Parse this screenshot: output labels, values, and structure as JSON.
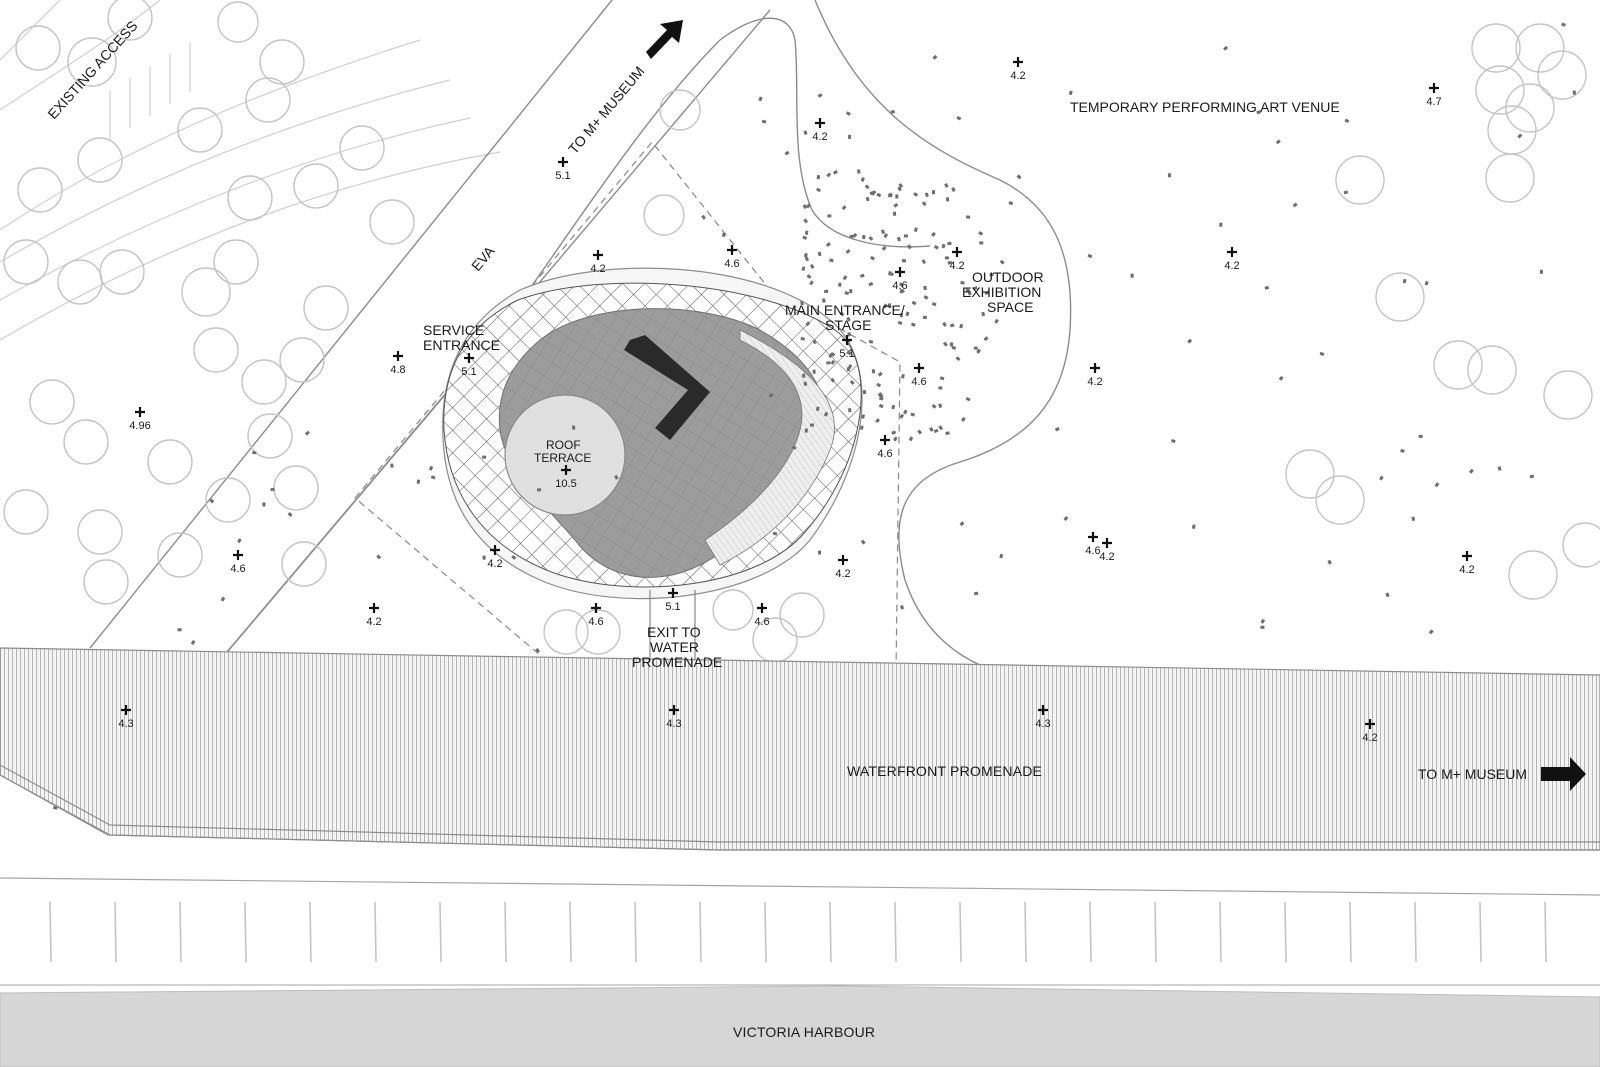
{
  "labels": {
    "existing_access": "EXISTING ACCESS",
    "to_museum_top": "TO M+ MUSEUM",
    "eva": "EVA",
    "temporary_venue": "TEMPORARY PERFORMING ART VENUE",
    "service_entrance": [
      "SERVICE",
      "ENTRANCE"
    ],
    "main_entrance": [
      "MAIN ENTRANCE/",
      "STAGE"
    ],
    "outdoor_exhibition": [
      "OUTDOOR",
      "EXHIBITION",
      "SPACE"
    ],
    "roof_terrace": [
      "ROOF",
      "TERRACE"
    ],
    "exit_promenade": [
      "EXIT TO",
      "WATER",
      "PROMENADE"
    ],
    "waterfront_promenade": "WATERFRONT PROMENADE",
    "to_museum_right": "TO M+ MUSEUM",
    "victoria_harbour": "VICTORIA HARBOUR"
  },
  "spot_levels": [
    {
      "id": "lv-01",
      "value": "4.2"
    },
    {
      "id": "lv-02",
      "value": "4.7"
    },
    {
      "id": "lv-03",
      "value": "4.2"
    },
    {
      "id": "lv-04",
      "value": "5.1"
    },
    {
      "id": "lv-05",
      "value": "4.2"
    },
    {
      "id": "lv-06",
      "value": "4.6"
    },
    {
      "id": "lv-07",
      "value": "4.6"
    },
    {
      "id": "lv-08",
      "value": "4.2"
    },
    {
      "id": "lv-09",
      "value": "4.2"
    },
    {
      "id": "lv-10",
      "value": "5.1"
    },
    {
      "id": "lv-11",
      "value": "4.8"
    },
    {
      "id": "lv-12",
      "value": "5.1"
    },
    {
      "id": "lv-13",
      "value": "4.6"
    },
    {
      "id": "lv-14",
      "value": "4.2"
    },
    {
      "id": "lv-15",
      "value": "4.96"
    },
    {
      "id": "lv-16",
      "value": "4.6"
    },
    {
      "id": "lv-17",
      "value": "10.5"
    },
    {
      "id": "lv-18",
      "value": "4.6"
    },
    {
      "id": "lv-19",
      "value": "4.2"
    },
    {
      "id": "lv-20",
      "value": "4.2"
    },
    {
      "id": "lv-21",
      "value": "4.6"
    },
    {
      "id": "lv-22",
      "value": "4.2"
    },
    {
      "id": "lv-23",
      "value": "4.2"
    },
    {
      "id": "lv-24",
      "value": "4.6"
    },
    {
      "id": "lv-25",
      "value": "5.1"
    },
    {
      "id": "lv-26",
      "value": "4.6"
    },
    {
      "id": "lv-27",
      "value": "4.2"
    },
    {
      "id": "lv-28",
      "value": "4.3"
    },
    {
      "id": "lv-29",
      "value": "4.3"
    },
    {
      "id": "lv-30",
      "value": "4.3"
    },
    {
      "id": "lv-31",
      "value": "4.2"
    }
  ],
  "colors": {
    "linework": "#8c8c8c",
    "tree_outline": "#c4c4c4",
    "building_dark": "#9a9a9a",
    "building_core": "#2a2a2a",
    "promenade_hatch": "#c8c8c8",
    "harbour": "#d6d6d6"
  }
}
